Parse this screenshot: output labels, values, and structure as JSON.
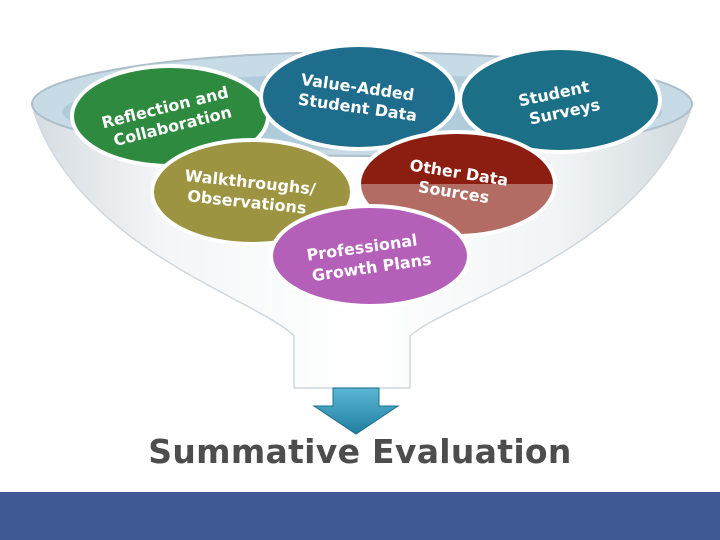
{
  "items": [
    {
      "id": "reflection",
      "line1": "Reflection and",
      "line2": "Collaboration",
      "color": "#2d8a3e"
    },
    {
      "id": "value-added",
      "line1": "Value-Added",
      "line2": "Student Data",
      "color": "#1f6d8c"
    },
    {
      "id": "student-surveys",
      "line1": "Student",
      "line2": "Surveys",
      "color": "#1b6f86"
    },
    {
      "id": "walkthroughs",
      "line1": "Walkthroughs/",
      "line2": "Observations",
      "color": "#9c9440"
    },
    {
      "id": "other-data",
      "line1": "Other Data",
      "line2": "Sources",
      "color": "#8b1e10"
    },
    {
      "id": "professional-growth",
      "line1": "Professional",
      "line2": "Growth Plans",
      "color": "#b45fb8"
    }
  ],
  "result": {
    "label": "Summative Evaluation"
  },
  "colors": {
    "arrow": "#2a8fb0",
    "funnel_rim": "#c7dbe6",
    "footer": "#3f5896"
  }
}
